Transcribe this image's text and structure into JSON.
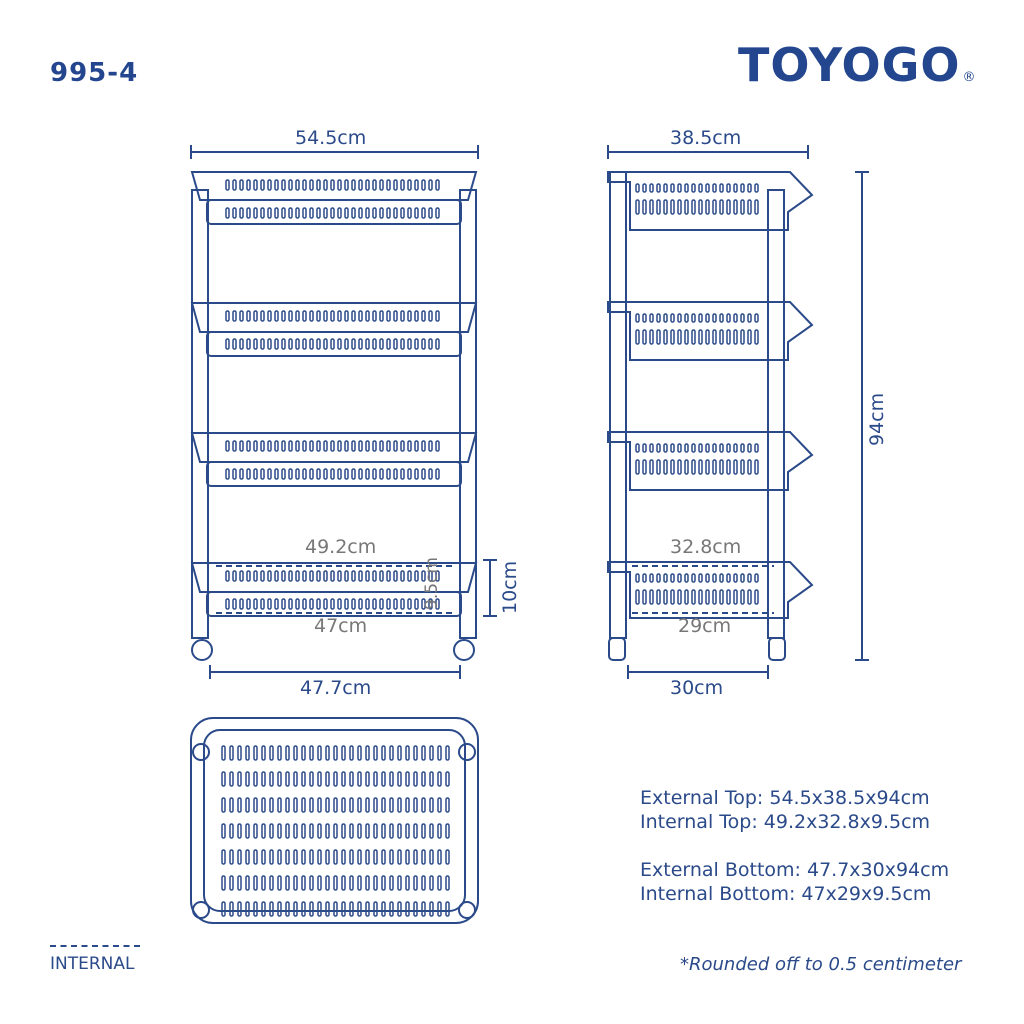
{
  "header": {
    "model": "995-4",
    "brand": "TOYOGO",
    "brand_mark": "®"
  },
  "front_view": {
    "top_width": "54.5cm",
    "internal_top_width": "49.2cm",
    "internal_depth": "9.5cm",
    "basket_height": "10cm",
    "internal_bottom_width": "47cm",
    "base_width": "47.7cm"
  },
  "side_view": {
    "top_depth": "38.5cm",
    "height": "94cm",
    "internal_top_depth": "32.8cm",
    "internal_bottom_depth": "29cm",
    "base_depth": "30cm"
  },
  "specs": {
    "external_top": "External Top: 54.5x38.5x94cm",
    "internal_top": "Internal Top: 49.2x32.8x9.5cm",
    "external_bottom": "External Bottom: 47.7x30x94cm",
    "internal_bottom": "Internal Bottom: 47x29x9.5cm"
  },
  "legend": {
    "label": "INTERNAL"
  },
  "footnote": "*Rounded off to 0.5 centimeter",
  "colors": {
    "line": "#2b4a8a",
    "gray": "#888888"
  }
}
